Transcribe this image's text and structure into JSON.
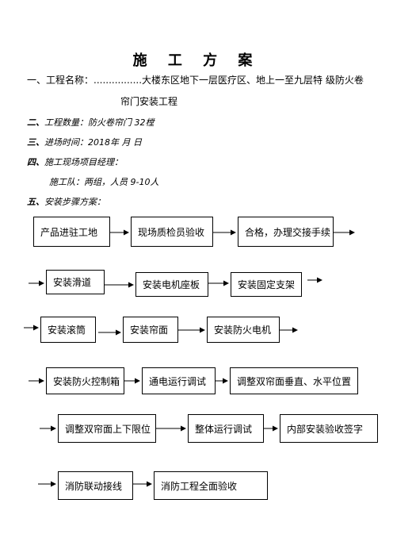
{
  "title": "施 工 方 案",
  "project": {
    "label": "一、工程名称：",
    "dots": "................",
    "text_line1": "大楼东区地下一层医疗区、地上一至九层特 级防火卷",
    "text_line2": "帘门安装工程"
  },
  "sections": [
    {
      "num": "二、",
      "text": "工程数量：防火卷帘门 32樘"
    },
    {
      "num": "三、",
      "text": "进场时间：2018年 月 日"
    },
    {
      "num": "四、",
      "text": "施工现场项目经理："
    },
    {
      "num": "",
      "text": "施工队：两组，人员 9-10人"
    },
    {
      "num": "五、",
      "text": "安装步骤方案："
    }
  ],
  "flow_rows": [
    [
      "产品进驻工地",
      "现场质检员验收",
      "合格，办理交接手续"
    ],
    [
      "安装滑道",
      "安装电机座板",
      "安装固定支架"
    ],
    [
      "安装滚筒",
      "安装帘面",
      "安装防火电机"
    ],
    [
      "安装防火控制箱",
      "通电运行调试",
      "调整双帘面垂直、水平位置"
    ],
    [
      "调整双帘面上下限位",
      "整体运行调试",
      "内部安装验收签字"
    ],
    [
      "消防联动接线",
      "消防工程全面验收"
    ]
  ]
}
